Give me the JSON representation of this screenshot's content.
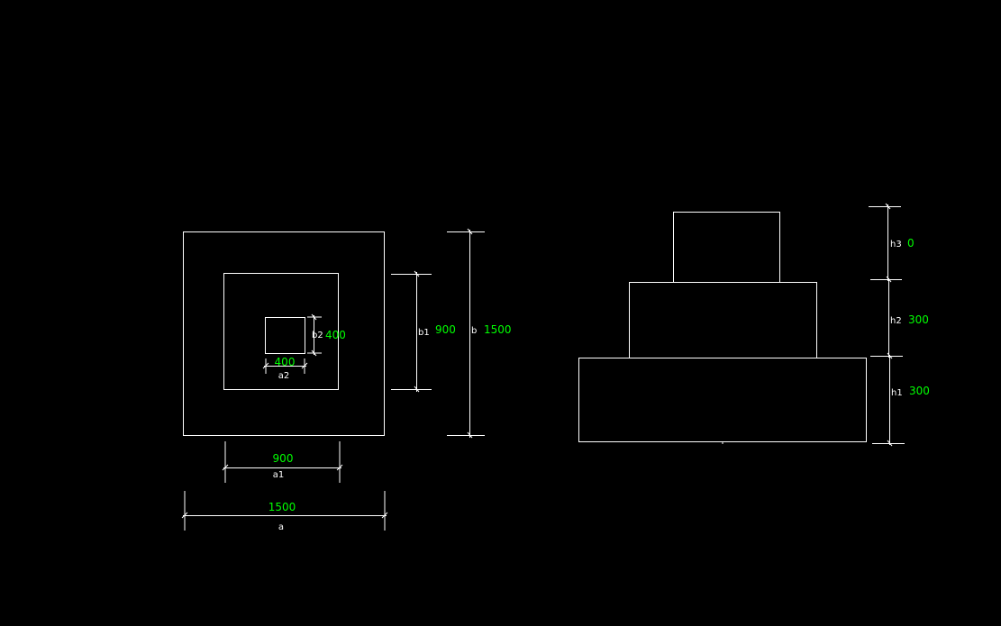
{
  "colors": {
    "background": "#000000",
    "lines": "#ffffff",
    "values": "#00ff00"
  },
  "plan": {
    "a": {
      "label": "a",
      "value": "1500"
    },
    "a1": {
      "label": "a1",
      "value": "900"
    },
    "a2": {
      "label": "a2",
      "value": "400"
    },
    "b": {
      "label": "b",
      "value": "1500"
    },
    "b1": {
      "label": "b1",
      "value": "900"
    },
    "b2": {
      "label": "b2",
      "value": "400"
    }
  },
  "section": {
    "h1": {
      "label": "h1",
      "value": "300"
    },
    "h2": {
      "label": "h2",
      "value": "300"
    },
    "h3": {
      "label": "h3",
      "value": "0"
    }
  }
}
